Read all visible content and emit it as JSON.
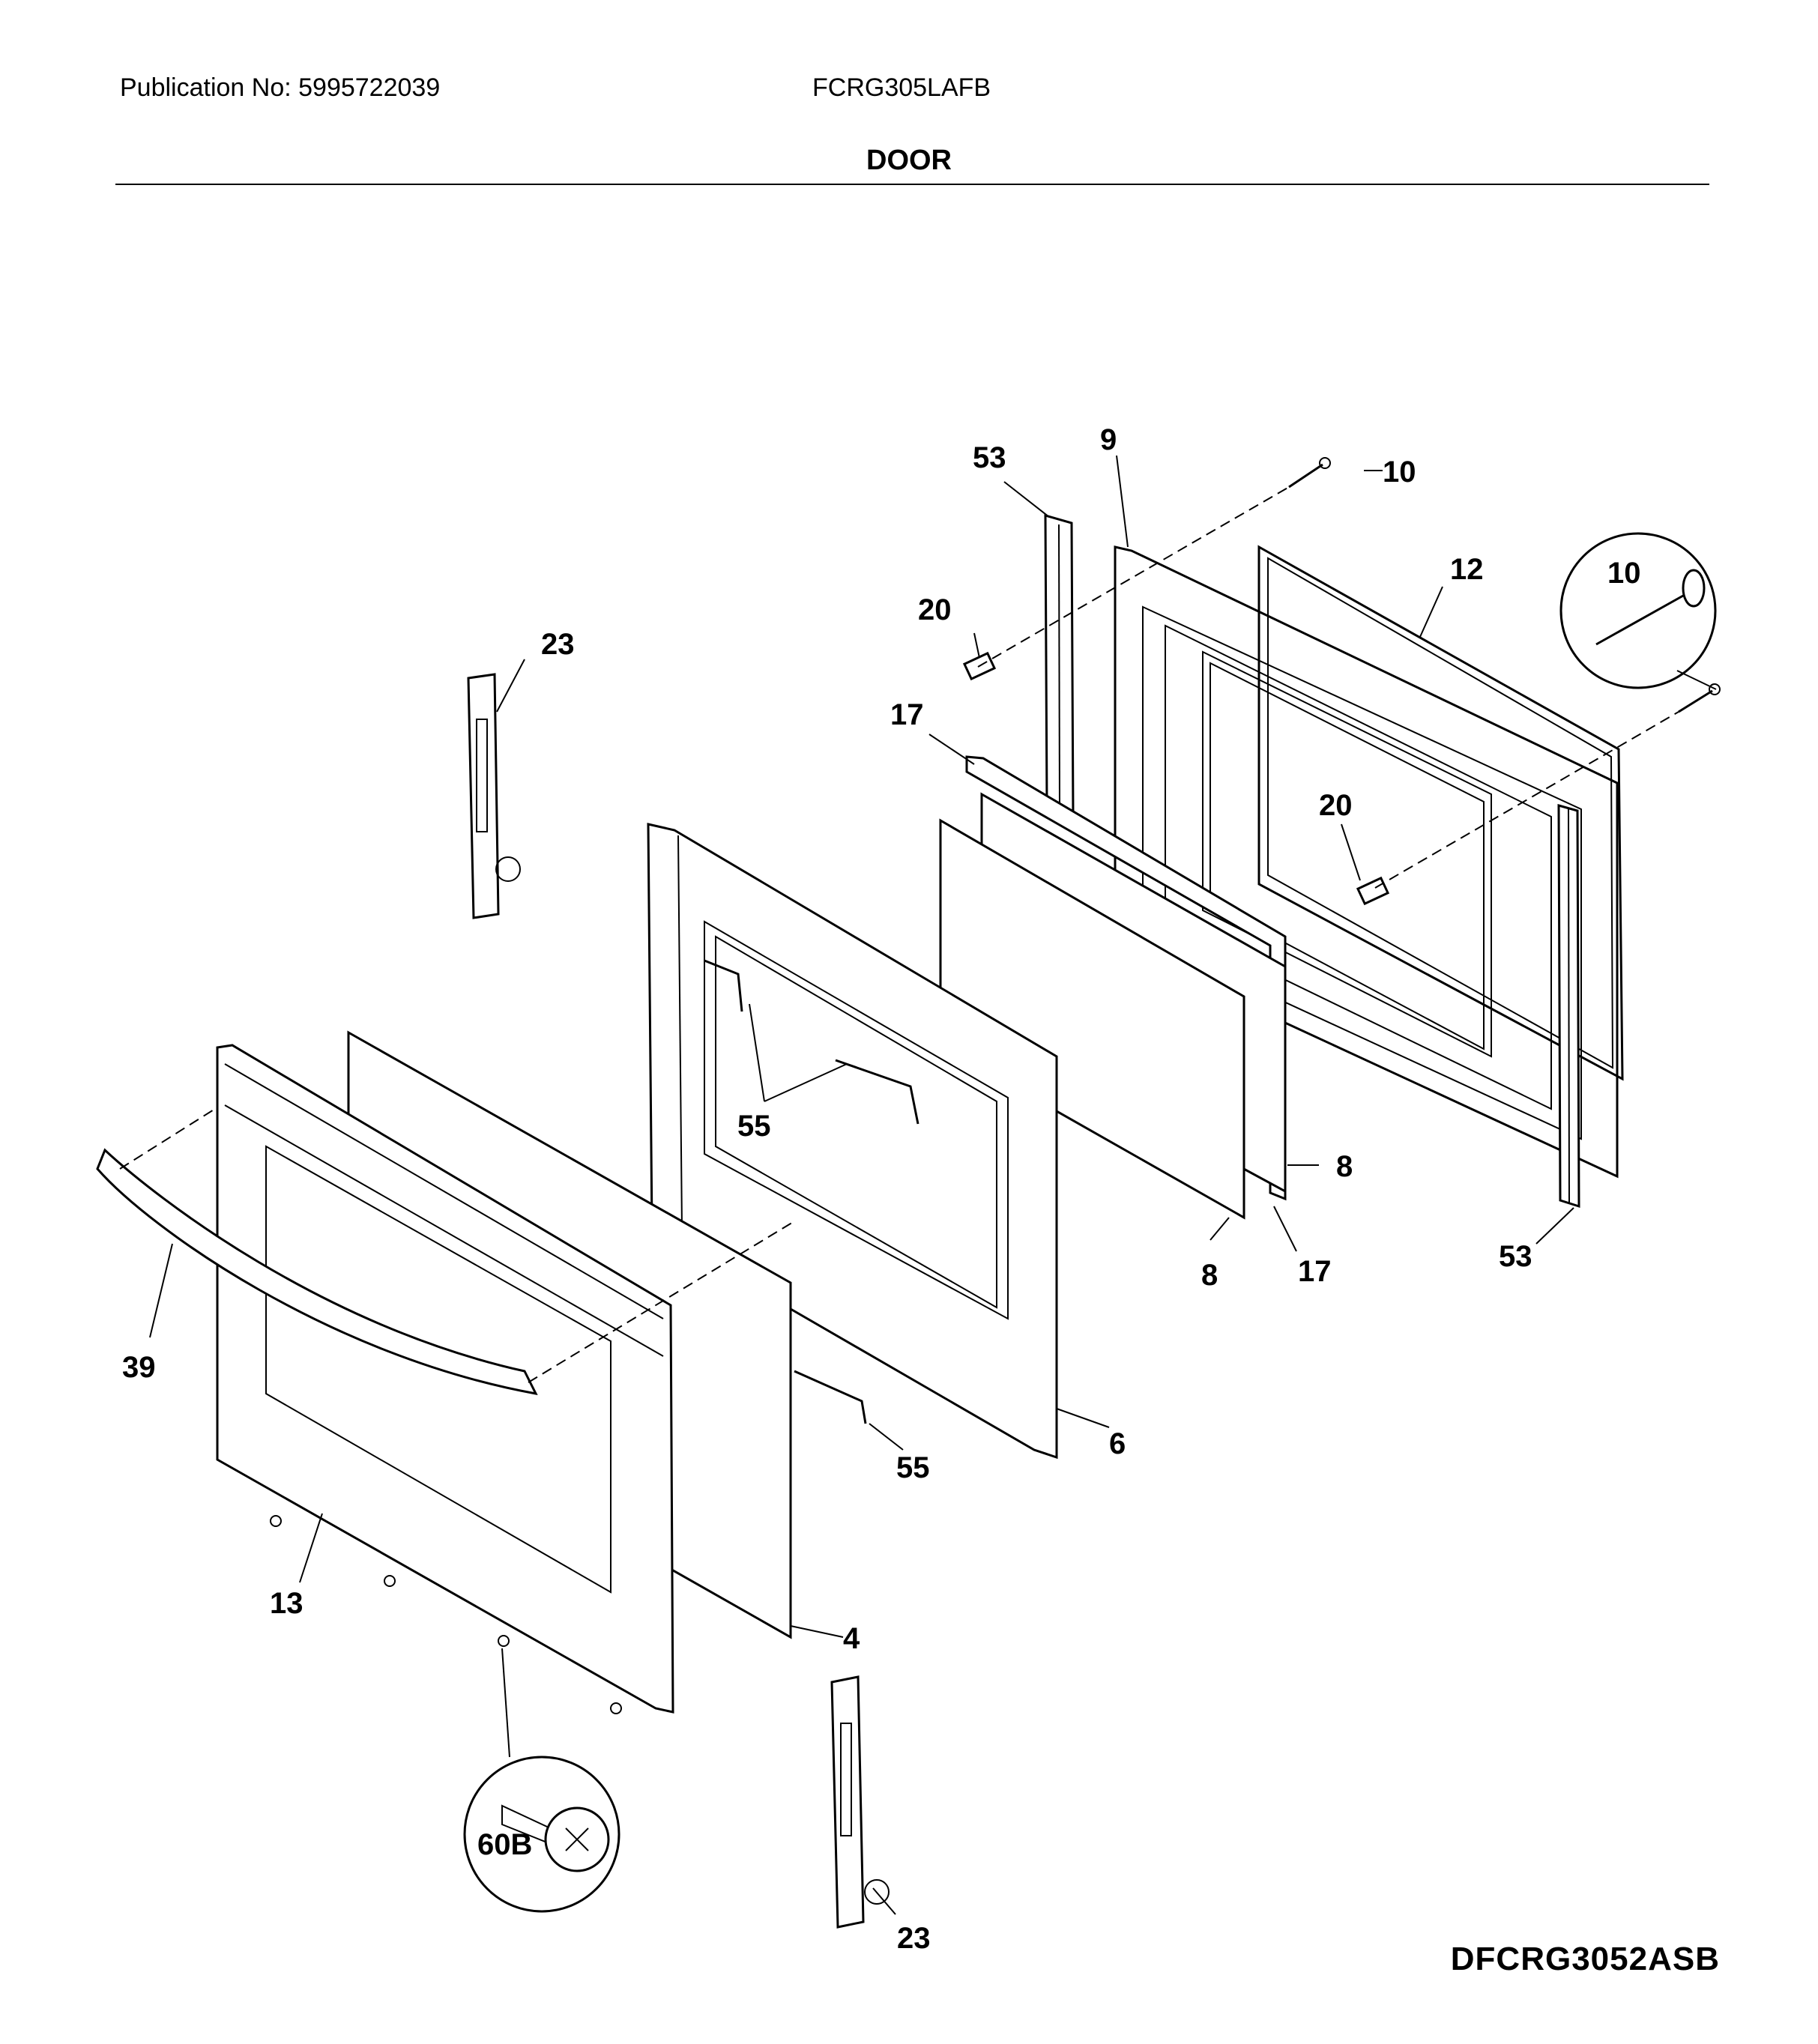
{
  "header": {
    "publication": "Publication No: 5995722039",
    "model": "FCRG305LAFB",
    "title": "DOOR"
  },
  "footer": {
    "diagram_code": "DFCRG3052ASB"
  },
  "callouts": [
    "53",
    "9",
    "10",
    "12",
    "10",
    "20",
    "23",
    "17",
    "20",
    "55",
    "8",
    "39",
    "8",
    "17",
    "53",
    "6",
    "55",
    "13",
    "4",
    "60B",
    "23"
  ]
}
